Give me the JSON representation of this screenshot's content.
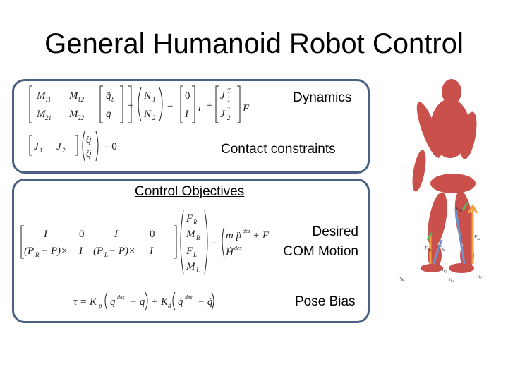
{
  "slide": {
    "title": "General Humanoid Robot Control",
    "labels": {
      "dynamics": "Dynamics",
      "contact": "Contact constraints",
      "objectives": "Control Objectives",
      "desired_line1": "Desired",
      "desired_line2": "COM Motion",
      "pose_bias": "Pose Bias"
    },
    "equations": {
      "dynamics": "[M11 M12; M21 M22][q̈b; q̈] + [N1; N2] = [0; I]τ + [J1ᵀ; J2ᵀ]F",
      "contact": "[J1 J2][q̈b; q̈] = 0",
      "com": "[I 0 I 0; (PR−P)× I (PL−P)× I][FR; MR; FL; ML] = (m p̈des + Fg; Ḣdes)",
      "pose": "τ = Kp(qdes − q) + Kd(q̇des − q̇)"
    },
    "robot_labels": [
      "FLz",
      "FRz",
      "τRx",
      "τRy",
      "τLx",
      "τLy",
      "FLx",
      "FRx"
    ],
    "colors": {
      "frame": "#4a6184",
      "robot": "#c9504b",
      "arrow_orange": "#f0a040",
      "arrow_blue": "#7090d0",
      "arrow_green": "#60b060"
    }
  }
}
